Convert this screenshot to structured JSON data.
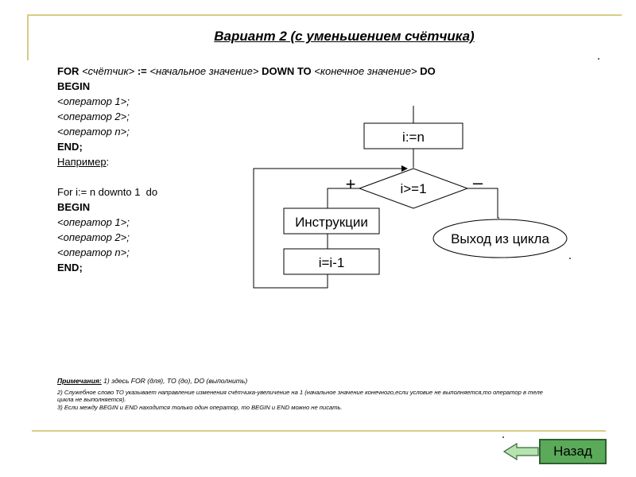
{
  "title": "Вариант 2 (с уменьшением счётчика)",
  "syntax": {
    "for_kw": "FOR",
    "counter": "<счётчик>",
    "assign": ":=",
    "start": "<начальное значение>",
    "downto_kw": "DOWN TO",
    "end_value": "<конечное значение>",
    "do_kw": "DO",
    "begin": "BEGIN",
    "op1": "<оператор 1>;",
    "op2": "<оператор 2>;",
    "opn": "<оператор n>;",
    "end": "END;"
  },
  "example": {
    "label": "Например",
    "colon": ":",
    "header": "For i:= n downto 1  do",
    "begin": "BEGIN",
    "op1": "<оператор 1>;",
    "op2": "<оператор 2>;",
    "opn": "<оператор n>;",
    "end": "END;"
  },
  "flowchart": {
    "init": "i:=n",
    "condition": "i>=1",
    "plus": "+",
    "minus": "–",
    "body": "Инструкции",
    "decrement": "i=i-1",
    "exit": "Выход из цикла"
  },
  "notes": {
    "heading": "Примечания:",
    "line1": "1)  здесь FOR (для), TO (до), DO (выполнить)",
    "line2a": "2) Служебное слово TO указывает направление изменения счётчика-увеличение на 1 (начальное значение конечного,если условие не выполняется,то оператор в теле",
    "line2b": "цикла не выполняется).",
    "line3": "3) Если между BEGIN и END находится только один оператор, то BEGIN и END можно не писать."
  },
  "nav": {
    "back_label": "Назад"
  },
  "colors": {
    "frame": "#d8cc86",
    "button": "#5aaa5a",
    "arrow": "#b7e3b0"
  }
}
